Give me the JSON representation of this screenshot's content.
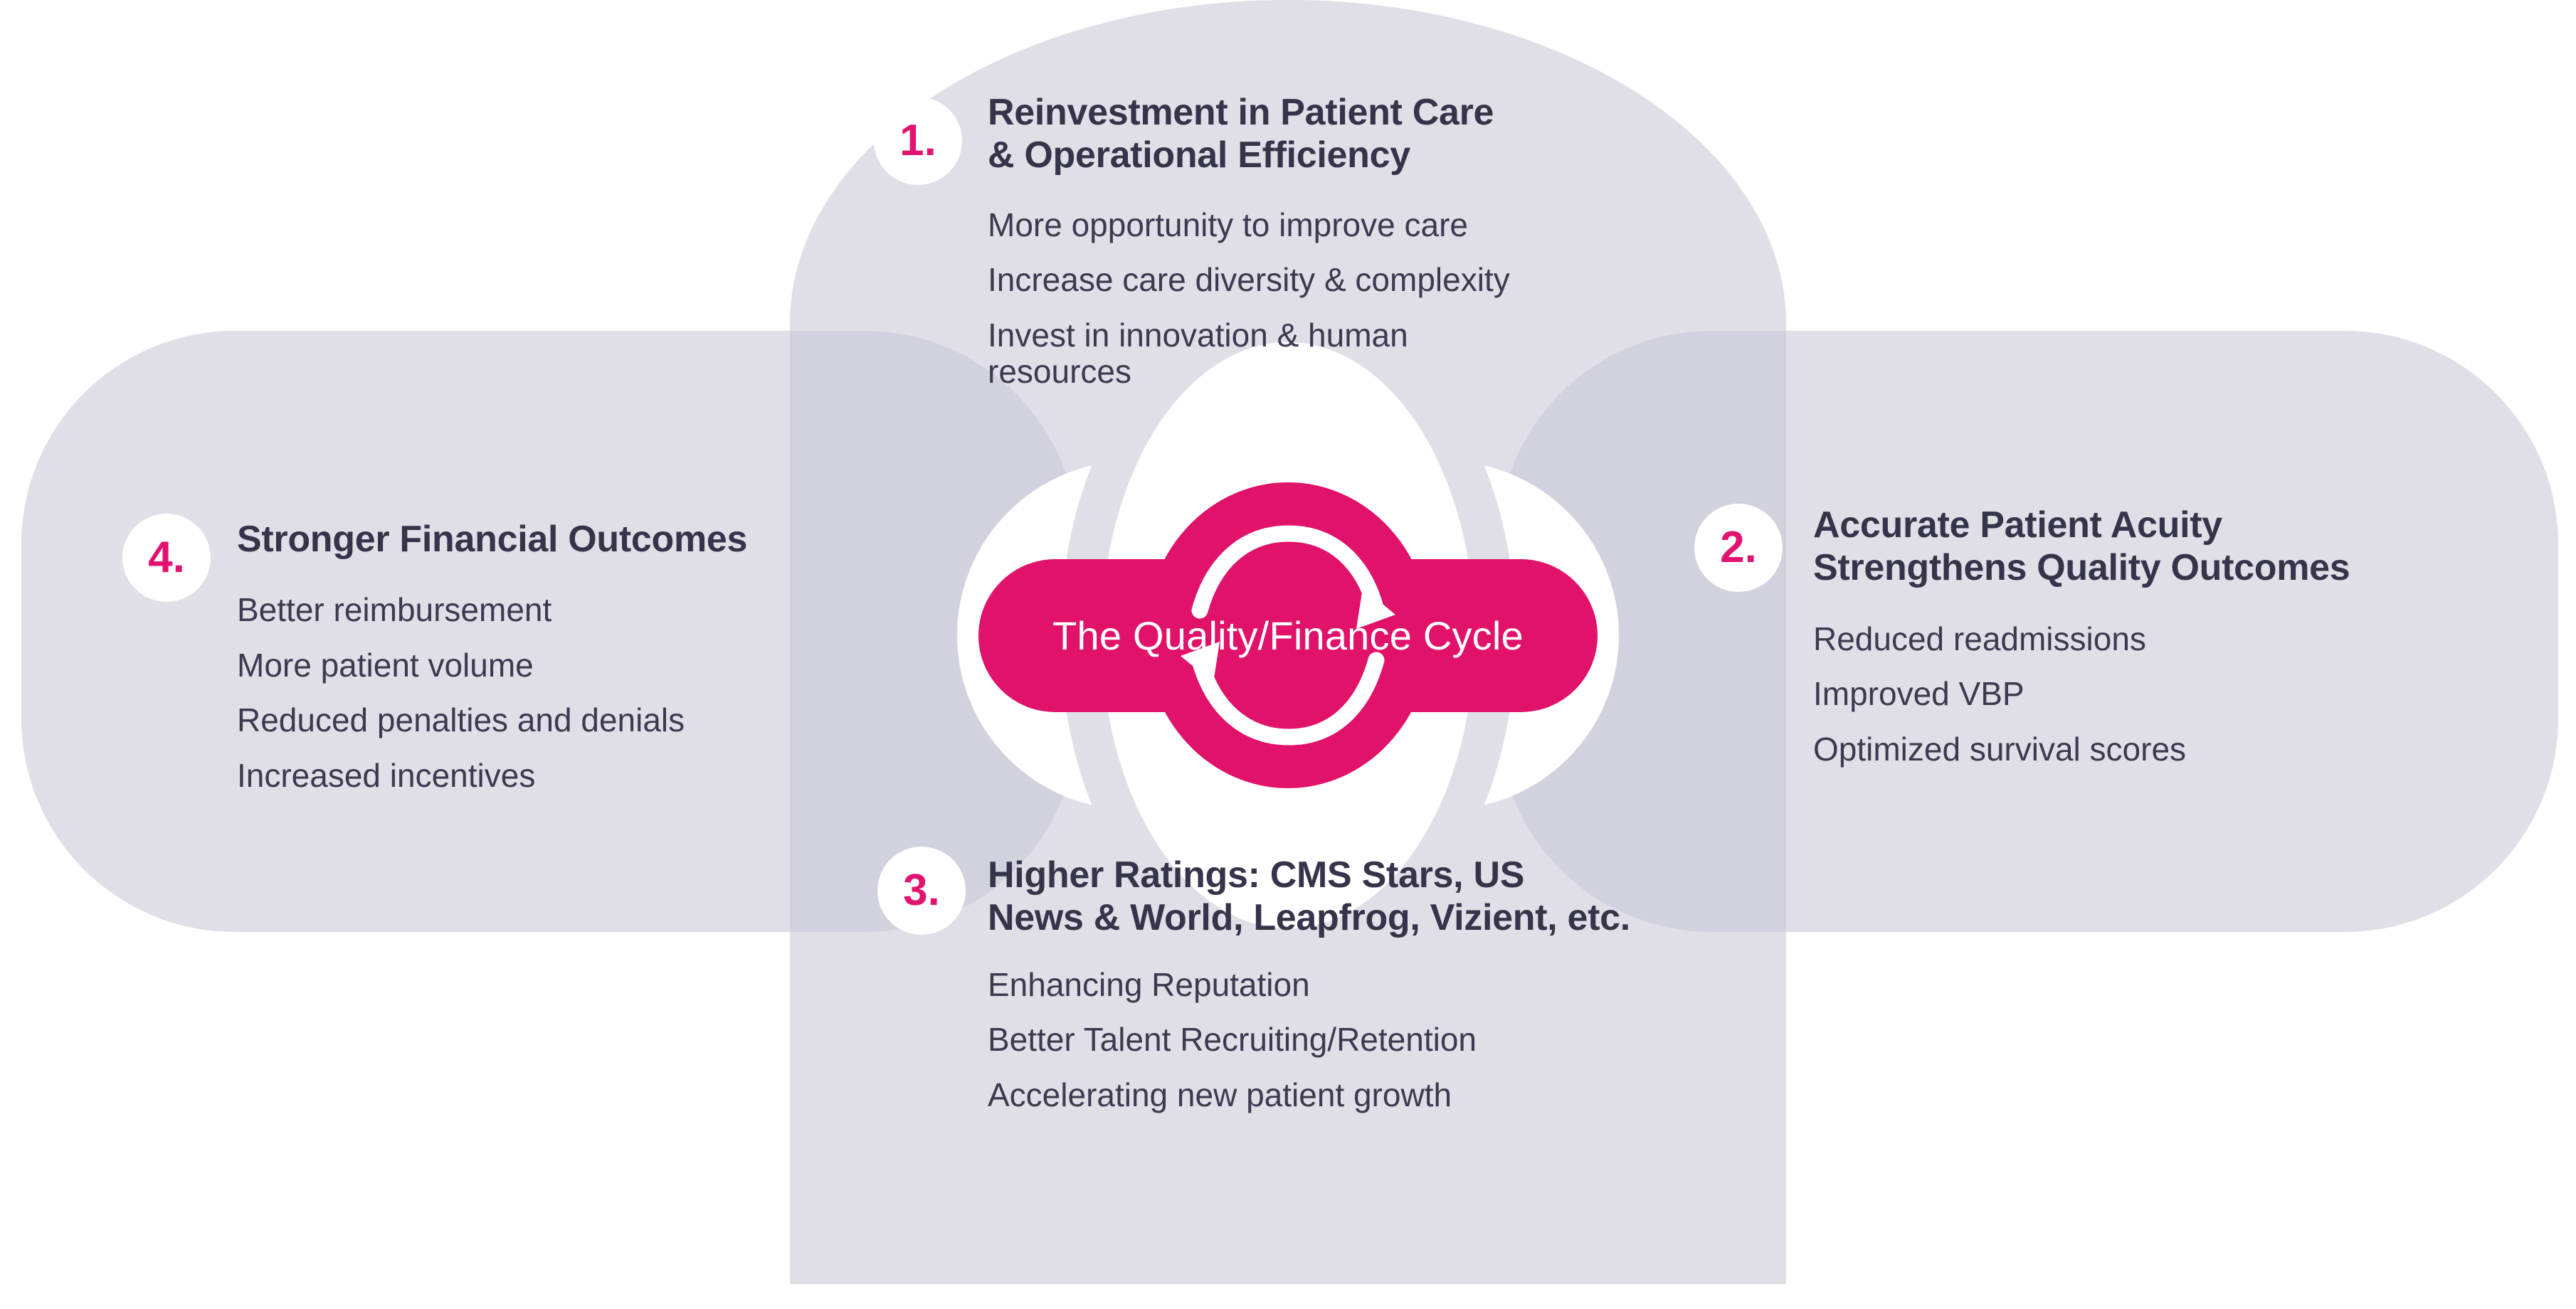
{
  "colors": {
    "panel": "#e0dfe7",
    "panel_overlap": "#d2d1de",
    "accent_pink": "#e0126a",
    "text_dark": "#35344a",
    "text_body": "#3b3a50",
    "badge_bg": "#ffffff",
    "page_bg": "#ffffff"
  },
  "center": {
    "label": "The Quality/Finance Cycle",
    "icon": "circular-arrows-cycle-icon"
  },
  "quadrants": [
    {
      "number": "1.",
      "position": "top",
      "title": "Reinvestment in Patient Care\n& Operational Efficiency",
      "items": [
        "More opportunity to improve care",
        "Increase care diversity & complexity",
        "Invest in innovation & human\nresources"
      ]
    },
    {
      "number": "2.",
      "position": "right",
      "title": "Accurate Patient Acuity\nStrengthens Quality Outcomes",
      "items": [
        "Reduced readmissions",
        "Improved VBP",
        "Optimized survival scores"
      ]
    },
    {
      "number": "3.",
      "position": "bottom",
      "title": "Higher Ratings: CMS Stars, US\nNews & World, Leapfrog, Vizient, etc.",
      "items": [
        "Enhancing Reputation",
        "Better Talent Recruiting/Retention",
        "Accelerating new patient growth"
      ]
    },
    {
      "number": "4.",
      "position": "left",
      "title": "Stronger Financial Outcomes",
      "items": [
        "Better reimbursement",
        "More patient volume",
        "Reduced penalties and denials",
        "Increased incentives"
      ]
    }
  ]
}
